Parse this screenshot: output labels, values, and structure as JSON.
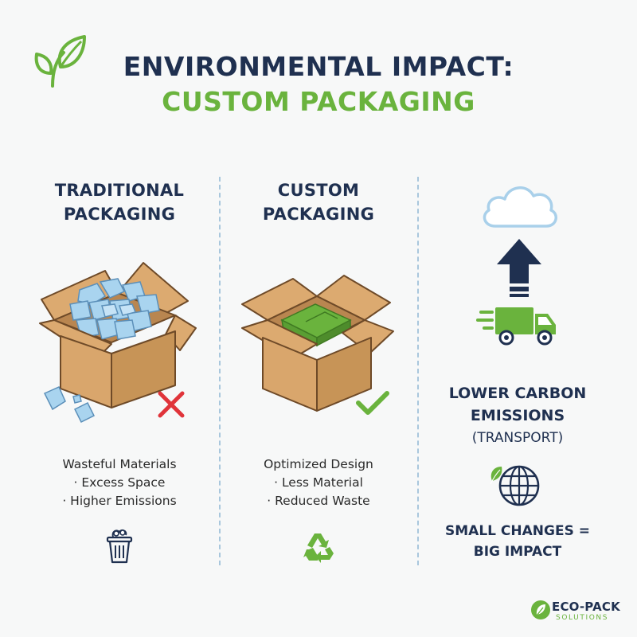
{
  "title": {
    "line1": "ENVIRONMENTAL IMPACT:",
    "line2": "CUSTOM PACKAGING"
  },
  "traditional": {
    "heading_line1": "TRADITIONAL",
    "heading_line2": "PACKAGING",
    "points": [
      "Wasteful Materials",
      "· Excess Space",
      "· Higher Emissions"
    ],
    "status_icon": "red-x-icon",
    "bottom_icon": "trash-bin-icon"
  },
  "custom": {
    "heading_line1": "CUSTOM",
    "heading_line2": "PACKAGING",
    "points": [
      "Optimized Design",
      "· Less Material",
      "· Reduced Waste"
    ],
    "status_icon": "green-check-icon",
    "bottom_icon": "recycle-icon"
  },
  "emissions": {
    "heading_line1": "LOWER CARBON",
    "heading_line2": "EMISSIONS",
    "heading_line3": "(TRANSPORT)",
    "tagline_line1": "SMALL CHANGES =",
    "tagline_line2": "BIG IMPACT"
  },
  "brand": {
    "name": "ECO-PACK",
    "sub": "SOLUTIONS"
  },
  "colors": {
    "navy": "#1f3050",
    "green": "#6ab33d",
    "cardboard": "#d9a66c",
    "fill_blue": "#a9d4ef",
    "red": "#e0343a",
    "divider": "#a9c7dd"
  }
}
